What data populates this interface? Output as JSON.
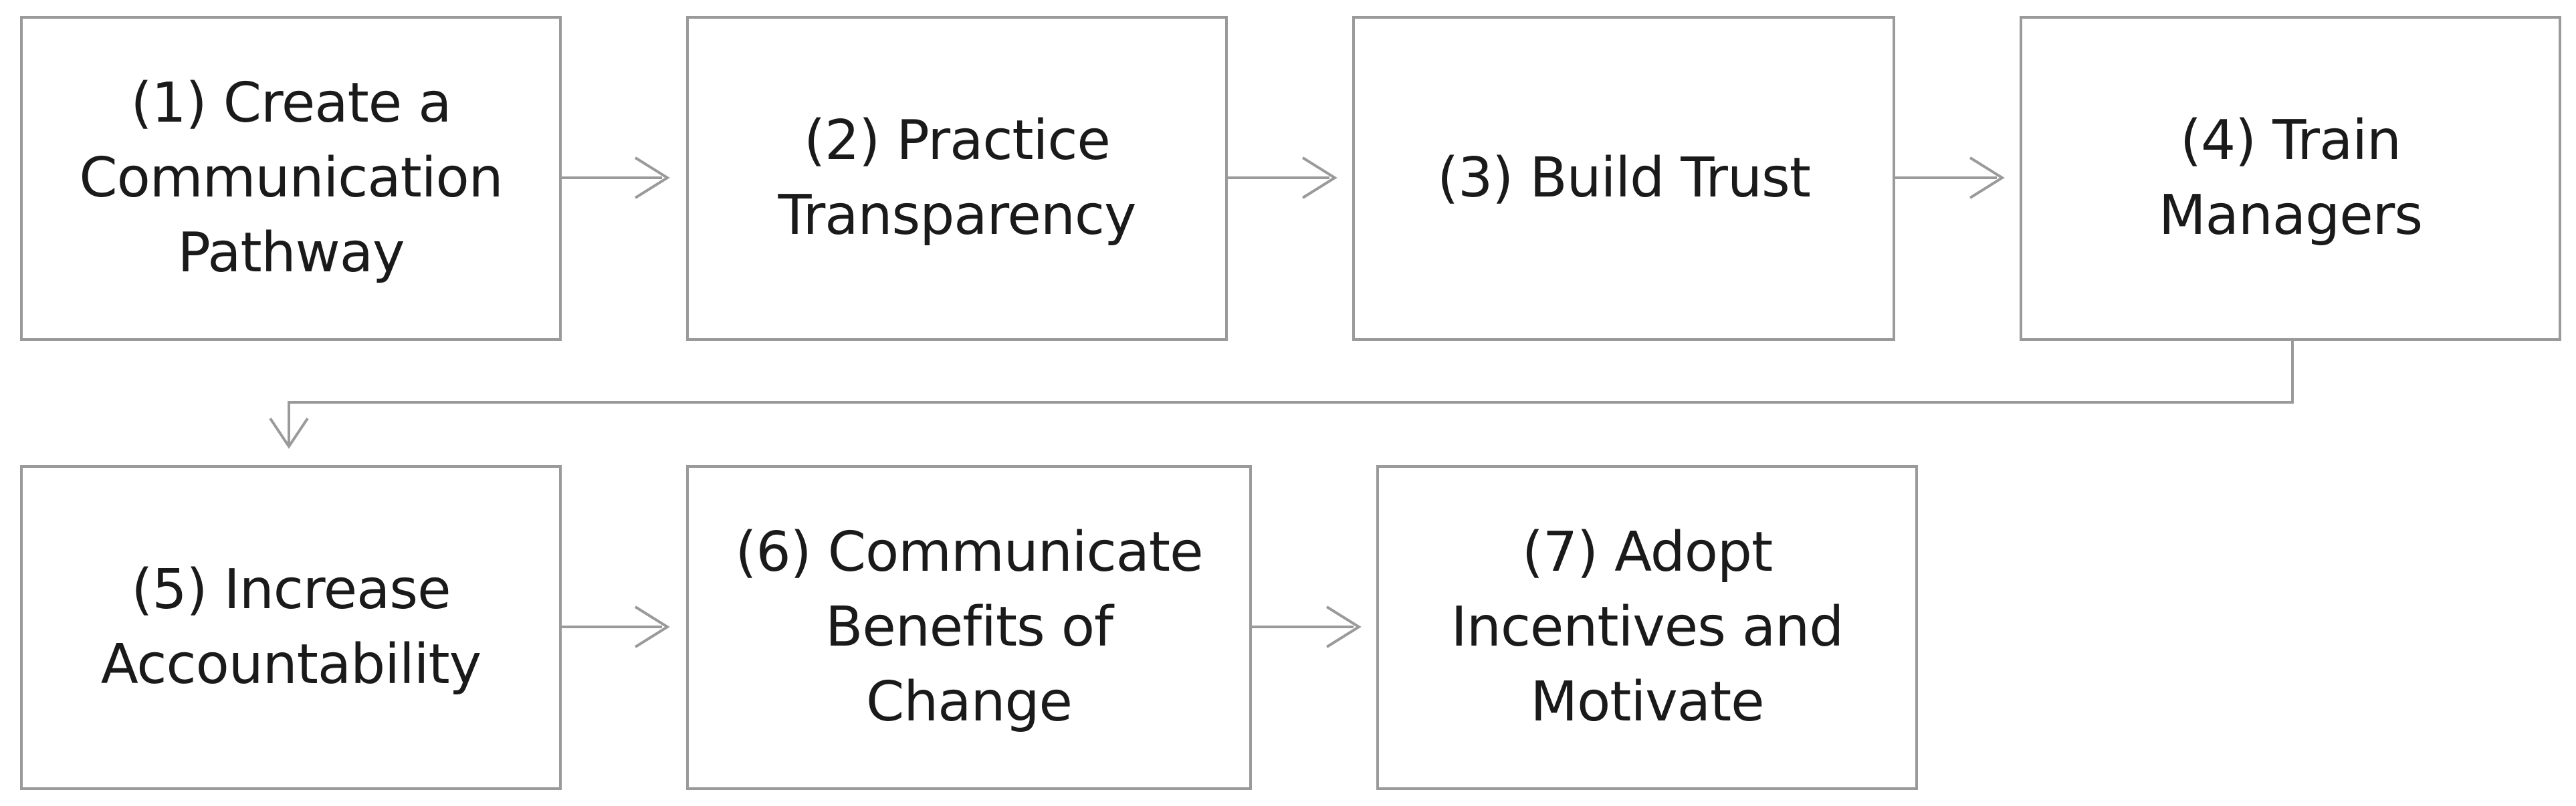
{
  "steps": [
    {
      "label": "(1) Create a\nCommunication\nPathway"
    },
    {
      "label": "(2) Practice\nTransparency"
    },
    {
      "label": "(3) Build Trust"
    },
    {
      "label": "(4) Train\nManagers"
    },
    {
      "label": "(5) Increase\nAccountability"
    },
    {
      "label": "(6) Communicate\nBenefits of\nChange"
    },
    {
      "label": "(7) Adopt\nIncentives and\nMotivate"
    }
  ],
  "colors": {
    "border": "#9a9a9a",
    "arrow": "#9a9a9a",
    "text": "#1a1a1a"
  }
}
